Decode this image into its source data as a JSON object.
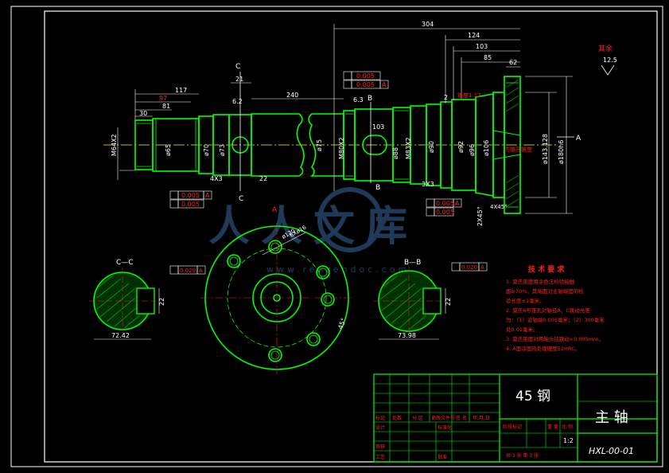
{
  "colors": {
    "background": "#000000",
    "frame": "#ffffff",
    "part": "#00ff00",
    "dimension": "#ffffff",
    "text_red": "#ff2020",
    "centerline": "#ffff00",
    "hatch": "#00c000",
    "watermark": "#3a6aa0"
  },
  "watermark": {
    "text": "人人文库",
    "url": "www.renrendoc.com"
  },
  "roughness": {
    "label": "其余",
    "value": "12.5"
  },
  "dimensions": {
    "d304": "304",
    "d124": "124",
    "d103": "103",
    "d85": "85",
    "d62": "62",
    "d117": "117",
    "d97": "97",
    "d81": "81",
    "d30": "30",
    "d21": "21",
    "d240": "240",
    "d6_2": "6.2",
    "d6_3": "6.3",
    "d103b": "103",
    "d2": "2",
    "d4x3": "4X3",
    "d22t": "22",
    "d3x3": "3X3",
    "d2x45": "2X45°",
    "d4x45": "4X45°",
    "dm64": "M64X2",
    "dphi65": "ø65",
    "dphi70": "ø70",
    "dphi73": "ø73",
    "dphi75": "ø75",
    "dm80": "M80X2",
    "dm83": "M83X2",
    "dphi88": "ø88",
    "dphi90": "ø90",
    "dphi92": "ø92",
    "dphi96": "ø96",
    "dphi106": "ø106",
    "dphi143": "ø143.128",
    "dphi180": "ø180h6",
    "taper": "锥度1:12",
    "pcd": "ø120",
    "holes": "6Xø16",
    "angle45": "45°",
    "cc_width": "72.42",
    "bb_width": "73.98",
    "cc_depth": "22",
    "bb_depth": "22"
  },
  "sections": {
    "c_label": "C",
    "b_label": "B",
    "a_label": "A",
    "cc_title": "C—C",
    "bb_title": "B—B",
    "inner_bore": "内锥孔锥度"
  },
  "tolerances": {
    "t1_val": "0.005",
    "t2_val": "0.005",
    "t2_ref": "A",
    "t3_val": "0.005",
    "t3_ref": "A",
    "t4_val": "0.005",
    "t5_val": "0.005",
    "t5_ref": "A",
    "t6_val": "0.005",
    "cc_sym": "0.020",
    "cc_ref": "A",
    "bb_sym": "0.020",
    "bb_ref": "A"
  },
  "tech_req": {
    "title": "技 术 要 求",
    "lines": [
      "1. 莫氏锥度用涂色法检验接触",
      "面≥70%，其端面对主轴端面的检",
      "验长度±1毫米。",
      "2. 莫氏6号锥孔对轴径A、C跳动允差",
      "为：（1）近轴端0.005毫米；（2）300毫米",
      "处0.01毫米。",
      "3. 莫氏锥度对两轴头径跳动<0.005mm。",
      "4. A面涂面热处理硬度52HRC。"
    ]
  },
  "title_block": {
    "material": "45 钢",
    "part_name": "主 轴",
    "drawing_no": "HXL-00-01",
    "scale": "1:2",
    "sheet_info": "共 3 张 第 3 张",
    "h_mark": "标记",
    "h_count": "处数",
    "h_zone": "分 区",
    "h_change": "更改文件号",
    "h_sign": "签 名",
    "h_date": "年,月,日",
    "design": "设计",
    "standard": "标准化",
    "review": "审核",
    "process": "工艺",
    "approve": "批准",
    "stage": "阶段标记",
    "weight": "重 量",
    "ratio": "比 例"
  }
}
